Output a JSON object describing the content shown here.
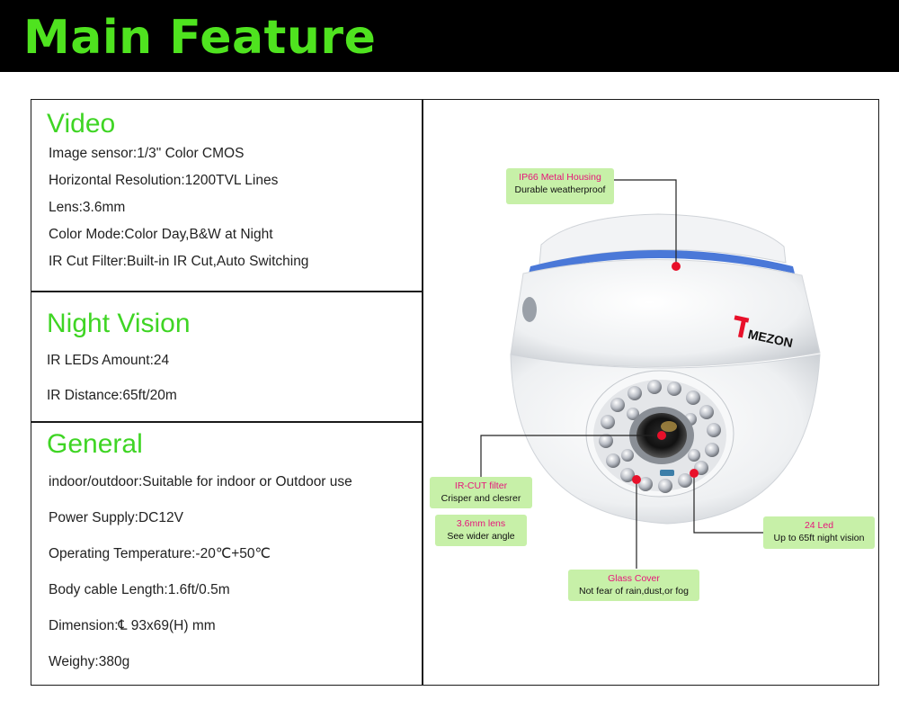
{
  "header": {
    "title": "Main Feature"
  },
  "sections": {
    "video": {
      "title": "Video",
      "items": [
        "Image sensor:1/3\" Color CMOS",
        "Horizontal Resolution:1200TVL Lines",
        "Lens:3.6mm",
        "Color Mode:Color Day,B&W at Night",
        "IR Cut Filter:Built-in IR Cut,Auto Switching"
      ]
    },
    "night_vision": {
      "title": "Night Vision",
      "items": [
        "IR LEDs Amount:24",
        "IR Distance:65ft/20m"
      ]
    },
    "general": {
      "title": "General",
      "items": [
        "indoor/outdoor:Suitable for indoor or Outdoor use",
        "Power Supply:DC12V",
        "Operating Temperature:-20℃+50℃",
        "Body cable Length:1.6ft/0.5m",
        "Dimension:℄ 93x69(H) mm",
        "Weighy:380g"
      ]
    }
  },
  "callouts": {
    "housing": {
      "title": "IP66 Metal Housing",
      "desc": "Durable weatherproof"
    },
    "ircut": {
      "title": "IR-CUT filter",
      "desc": "Crisper and clesrer"
    },
    "lens": {
      "title": "3.6mm lens",
      "desc": "See wider angle"
    },
    "glass": {
      "title": "Glass Cover",
      "desc": "Not fear of rain,dust,or fog"
    },
    "led": {
      "title": "24 Led",
      "desc": "Up to 65ft night vision"
    }
  },
  "brand": {
    "logo_text": "MEZON",
    "logo_letter": "T"
  },
  "colors": {
    "header_bg": "#000000",
    "title_green": "#4fe31f",
    "section_green": "#3fd524",
    "callout_bg": "#c7f0a8",
    "callout_title": "#e6157a",
    "marker_red": "#e8102a",
    "ring_blue": "#4a78d8"
  }
}
